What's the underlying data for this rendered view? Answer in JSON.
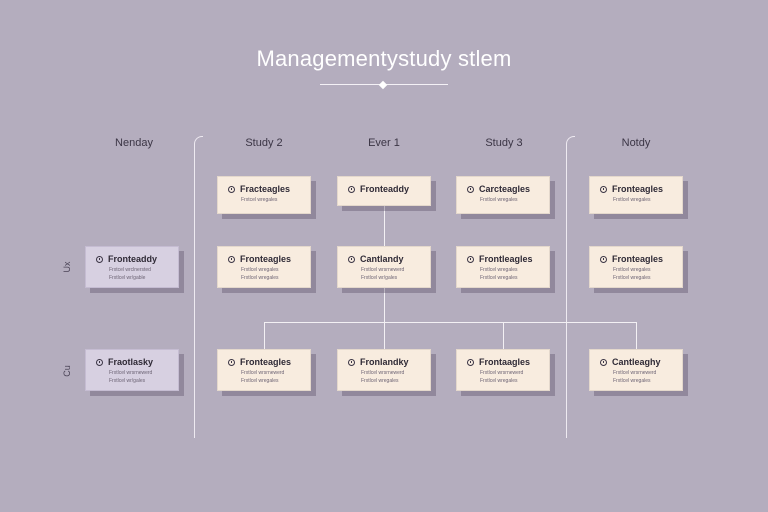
{
  "title": "Managementystudy stlem",
  "columns": [
    "Nenday",
    "Study 2",
    "Ever 1",
    "Study 3",
    "Notdy"
  ],
  "rows": [
    "Ux",
    "Cu"
  ],
  "nodes": [
    {
      "title": "Fracteagles",
      "lines": [
        "Frxtcel wregales"
      ]
    },
    {
      "title": "Fronteaddy",
      "lines": []
    },
    {
      "title": "Carcteagles",
      "lines": [
        "Frxtlcel wregales"
      ]
    },
    {
      "title": "Fronteagles",
      "lines": [
        "Frxtlcel wregales"
      ]
    },
    {
      "title": "Fronteaddy",
      "lines": [
        "Frxtcel wrclnersted",
        "Frxtlcel wr/gable"
      ]
    },
    {
      "title": "Fronteagles",
      "lines": [
        "Frxtlcel wregales",
        "Frxtlcel wregales"
      ]
    },
    {
      "title": "Cantlandy",
      "lines": [
        "Frxtlcel wrsrnewerd",
        "Frxtlcel wr/gales"
      ]
    },
    {
      "title": "Frontleagles",
      "lines": [
        "Frxtlcel wregales",
        "Frxtlcel wregales"
      ]
    },
    {
      "title": "Fronteagles",
      "lines": [
        "Frxtlcel wregales",
        "Frxtlcel wregales"
      ]
    },
    {
      "title": "Fraotlasky",
      "lines": [
        "Frxtlcel wrsrnewerd",
        "Frxtlcel wr/gales"
      ]
    },
    {
      "title": "Fronteagles",
      "lines": [
        "Frxtlcel wrsrnewerd",
        "Frxtlcel wregales"
      ]
    },
    {
      "title": "Fronlandky",
      "lines": [
        "Frxtlcel wrsrnewerd",
        "Frxtlcel wregales"
      ]
    },
    {
      "title": "Frontaagles",
      "lines": [
        "Frxtlcel wrsrnewerd",
        "Frxtlcel wregales"
      ]
    },
    {
      "title": "Cantleaghy",
      "lines": [
        "Frxtlcel wrsrnewerd",
        "Frxtlcel wregales"
      ]
    }
  ]
}
